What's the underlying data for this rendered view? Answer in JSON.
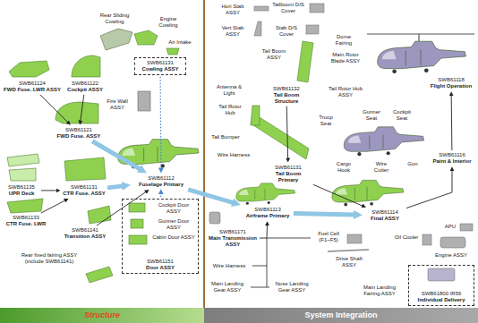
{
  "diagram": {
    "nodes": [
      {
        "text": [
          "SWB61131",
          "Cowling ASSY"
        ]
      },
      {
        "text": [
          "SWB61124",
          "FWD Fuse. LWR ASSY"
        ]
      },
      {
        "text": [
          "SWB61122",
          "Cockpit ASSY"
        ]
      },
      {
        "text": [
          "SWB61121",
          "FWD Fuse. ASSY"
        ]
      },
      {
        "text": [
          "SWB61135",
          "UPR Deck"
        ]
      },
      {
        "text": [
          "SWB61133",
          "CTR Fuse. LWR"
        ]
      },
      {
        "text": [
          "SWB61131",
          "CTR Fuse. ASSY"
        ]
      },
      {
        "text": [
          "SWB61112",
          "Fuselage Primary"
        ]
      },
      {
        "text": [
          "SWB61141",
          "Transition ASSY"
        ]
      },
      {
        "text": [
          "SWB61151",
          "Door ASSY"
        ]
      },
      {
        "text": [
          "SWB61132",
          "Tail Boom Structure"
        ]
      },
      {
        "text": [
          "SWB61118",
          "Flight Operation"
        ]
      },
      {
        "text": [
          "SWB61131",
          "Tail Boom Primary"
        ]
      },
      {
        "text": [
          "SWB61116",
          "Paint & Interior"
        ]
      },
      {
        "text": [
          "SWB61113",
          "Airframe Primary"
        ]
      },
      {
        "text": [
          "SWB61114",
          "Final ASSY"
        ]
      },
      {
        "text": [
          "SWB61171",
          "Main Transmission ASSY"
        ]
      },
      {
        "text": [
          "SWB61800 IR56",
          "Individual Delivery"
        ]
      },
      {
        "text": [
          "Structure"
        ]
      },
      {
        "text": [
          "System Integration"
        ]
      }
    ],
    "edges": [
      {
        "from": 1,
        "to": 3,
        "arrow": "to"
      },
      {
        "from": 2,
        "to": 3,
        "arrow": "to"
      },
      {
        "from": 3,
        "to": 7,
        "arrow": "to"
      },
      {
        "from": 4,
        "to": 6,
        "arrow": "to"
      },
      {
        "from": 5,
        "to": 6,
        "arrow": "to"
      },
      {
        "from": 6,
        "to": 7,
        "arrow": "to"
      },
      {
        "from": 0,
        "to": 7,
        "arrow": "to"
      },
      {
        "from": 8,
        "to": 7,
        "arrow": "to"
      },
      {
        "from": 9,
        "to": 7,
        "arrow": "to"
      },
      {
        "from": 7,
        "to": 14,
        "arrow": "to"
      },
      {
        "from": 10,
        "to": 12,
        "arrow": "to"
      },
      {
        "from": 12,
        "to": 15,
        "arrow": "to"
      },
      {
        "from": 14,
        "to": 15,
        "arrow": "to"
      },
      {
        "from": 15,
        "to": 13,
        "arrow": "to"
      },
      {
        "from": 13,
        "to": 11,
        "arrow": "to"
      },
      {
        "from": 16,
        "to": 14,
        "arrow": "to"
      }
    ],
    "labels": [
      "Rear Sliding Cowling",
      "Engine Cowling",
      "Air Intake",
      "Fire Wall ASSY",
      "Rear fixed fairing ASSY (include SWB61141)",
      "Cockpit Door ASSY",
      "Gunner Door ASSY",
      "Cabin Door ASSY",
      "Hori Stab ASSY",
      "Tailboom D/S Cover",
      "Vert Stab ASSY",
      "Stab D/S Cover",
      "Tail Boom ASSY",
      "Dome Fairing",
      "Main Rotor Blade ASSY",
      "Tail Rotor Hub ASSY",
      "Antenna & Light",
      "Tail Rotor Hub",
      "Tail Bumper",
      "Wire Harness",
      "Troop Seat",
      "Gunner Seat",
      "Cockpit Seat",
      "Cargo Hook",
      "Wire Cutter",
      "Gun",
      "Wire Harness",
      "Fuel Cell (F1~F5)",
      "Oil Cooler",
      "APU",
      "Main Landing Gear ASSY",
      "Nose Landing Gear ASSY",
      "Drive Shaft ASSY",
      "Engine ASSY",
      "Main Landing Fairing ASSY"
    ]
  }
}
